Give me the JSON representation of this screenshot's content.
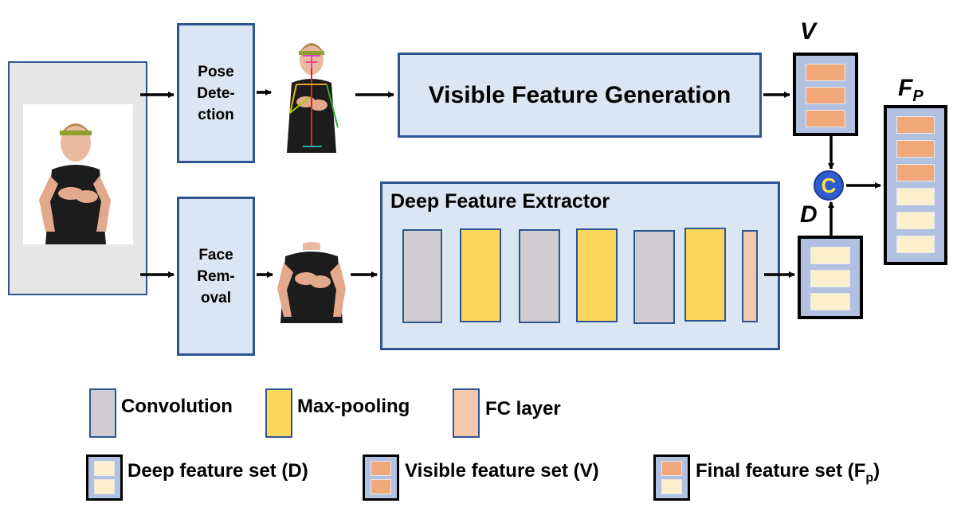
{
  "boxes": {
    "pose_detection": [
      "Pose",
      "Dete-",
      "ction"
    ],
    "face_removal": [
      "Face",
      "Rem-",
      "oval"
    ],
    "visible_feature_generation": "Visible Feature Generation",
    "deep_feature_extractor": "Deep Feature Extractor"
  },
  "feature_sets": {
    "v_label": "V",
    "d_label": "D",
    "fp_label": "F",
    "fp_sub": "P",
    "concat_symbol": "C"
  },
  "legend": {
    "convolution": "Convolution",
    "max_pooling": "Max-pooling",
    "fc_layer": "FC layer",
    "deep_set": "Deep feature set (D)",
    "visible_set": "Visible feature set (V)",
    "final_set_prefix": "Final feature set (F",
    "final_set_sub": "p",
    "final_set_suffix": ")"
  },
  "colors": {
    "box_fill": "#dae6f3",
    "box_border": "#2e5591",
    "convolution": "#cfcdd0",
    "max_pooling": "#fcd75c",
    "fc_layer": "#f4c8ac",
    "visible_cell": "#f1a97b",
    "deep_cell": "#fcefcd",
    "concat_fill": "#2f5bd0",
    "concat_text": "#ffe23a"
  }
}
